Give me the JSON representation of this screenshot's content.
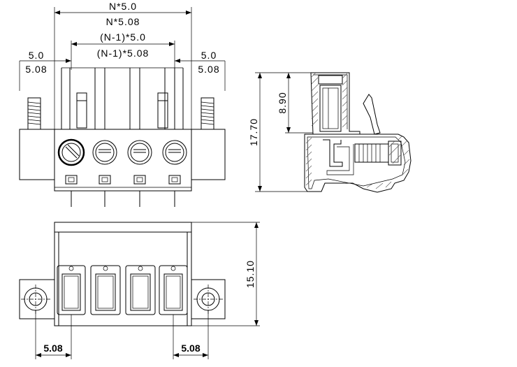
{
  "dimensions": {
    "n_pitch_50": "N*5.0",
    "n_pitch_508": "N*5.08",
    "n1_pitch_50": "(N-1)*5.0",
    "n1_pitch_508": "(N-1)*5.08",
    "left_offset_50": "5.0",
    "left_offset_508": "5.08",
    "right_offset_50": "5.0",
    "right_offset_508": "5.08",
    "height_total": "17.70",
    "height_upper": "8.90",
    "depth": "15.10",
    "bottom_left": "5.08",
    "bottom_right": "5.08"
  },
  "colors": {
    "line": "#000000",
    "hatch": "#555555",
    "background": "#ffffff"
  }
}
